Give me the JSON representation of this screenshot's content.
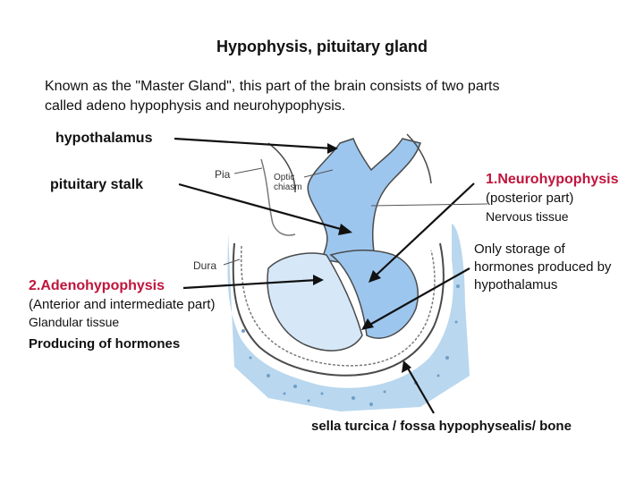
{
  "title": "Hypophysis, pituitary gland",
  "intro_line1": "Known as the \"Master Gland\", this part of the brain consists of two parts",
  "intro_line2": "called adeno hypophysis and neurohypophysis.",
  "labels": {
    "hypothalamus": "hypothalamus",
    "pituitary_stalk": "pituitary stalk",
    "neuro_title": "1.Neurohypophysis",
    "neuro_sub": "(posterior part)",
    "neuro_tissue": "Nervous tissue",
    "storage_1": "Only storage of",
    "storage_2": "hormones produced by",
    "storage_3": "hypothalamus",
    "adeno_title": "2.Adenohypophysis",
    "adeno_sub": "(Anterior and intermediate part)",
    "adeno_tissue": "Glandular tissue",
    "producing": "Producing of hormones",
    "sella": "sella turcica / fossa hypophysealis/ bone"
  },
  "figure_labels": {
    "pia": "Pia",
    "optic_1": "Optic",
    "optic_2": "chiasm",
    "dura": "Dura"
  },
  "colors": {
    "gland_fill": "#9cc6ee",
    "gland_light": "#d6e8f8",
    "bone_fill": "#b9d7ee",
    "outline": "#4a4a4a",
    "arrow": "#111111",
    "accent_red": "#c0143c"
  }
}
